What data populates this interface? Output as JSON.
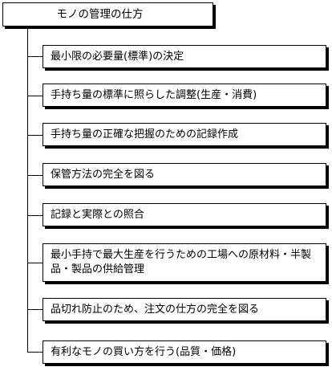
{
  "diagram": {
    "root": {
      "label": "モノの管理の仕方"
    },
    "items": [
      {
        "label": "最小限の必要量(標準)の決定"
      },
      {
        "label": "手持ち量の標準に照らした調整(生産・消費)"
      },
      {
        "label": "手持ち量の正確な把握のための記録作成"
      },
      {
        "label": "保管方法の完全を図る"
      },
      {
        "label": "記録と実際との照合"
      },
      {
        "label": "最小手持で最大生産を行うための工場への原材料・半製品・製品の供給管理"
      },
      {
        "label": "品切れ防止のため、注文の仕方の完全を図る"
      },
      {
        "label": "有利なモノの買い方を行う(品質・価格)"
      }
    ]
  }
}
